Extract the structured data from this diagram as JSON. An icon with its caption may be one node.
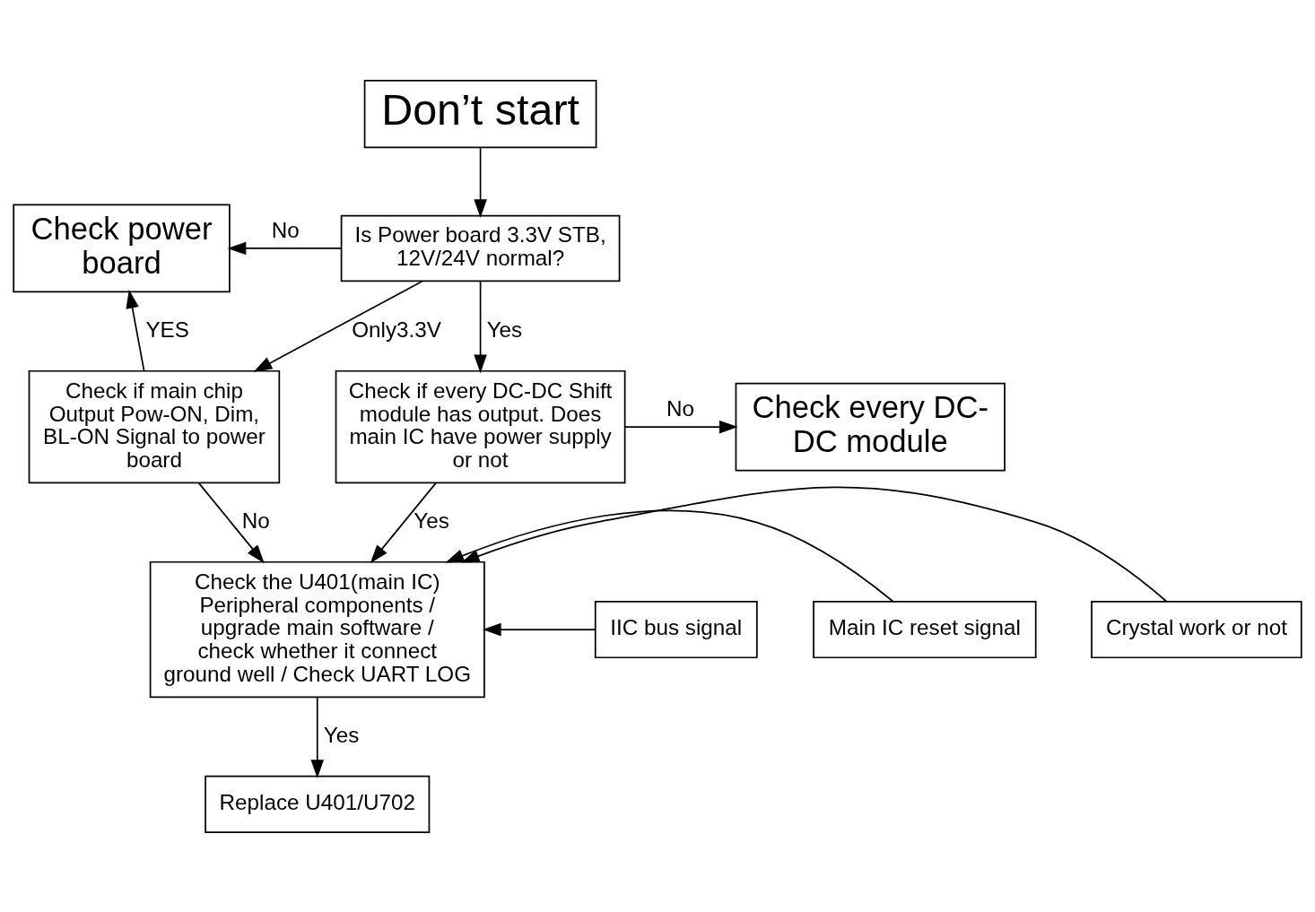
{
  "diagram": {
    "nodes": [
      {
        "text": [
          "Don’t start"
        ]
      },
      {
        "text": [
          "Is Power board 3.3V STB, 12V/24V normal?"
        ]
      },
      {
        "text": [
          "Check power board"
        ]
      },
      {
        "text": [
          "Check if main chip Output Pow-ON, Dim, BL-ON Signal to power board"
        ]
      },
      {
        "text": [
          "Check if every DC-DC Shift module has output. Does main IC have power supply or not"
        ]
      },
      {
        "text": [
          "Check every DC-DC module"
        ]
      },
      {
        "text": [
          "Check the U401(main IC) Peripheral components / upgrade main software / check whether it connect ground well / Check UART LOG"
        ]
      },
      {
        "text": [
          "Main IC reset signal"
        ]
      },
      {
        "text": [
          "IIC bus signal"
        ]
      },
      {
        "text": [
          "Crystal work or not"
        ]
      },
      {
        "text": [
          "Replace U401/U702"
        ]
      }
    ],
    "edges": [
      {
        "from": 0,
        "to": 1,
        "arrow": "to"
      },
      {
        "from": 1,
        "to": 2,
        "arrow": "to",
        "label": "No"
      },
      {
        "from": 1,
        "to": 3,
        "arrow": "to",
        "label": "Only3.3V"
      },
      {
        "from": 1,
        "to": 4,
        "arrow": "to",
        "label": "Yes"
      },
      {
        "from": 3,
        "to": 2,
        "arrow": "to",
        "label": "YES"
      },
      {
        "from": 3,
        "to": 6,
        "arrow": "to",
        "label": "No"
      },
      {
        "from": 4,
        "to": 6,
        "arrow": "to",
        "label": "Yes"
      },
      {
        "from": 4,
        "to": 5,
        "arrow": "to",
        "label": "No"
      },
      {
        "from": 7,
        "to": 6,
        "arrow": "to"
      },
      {
        "from": 8,
        "to": 6,
        "arrow": "to"
      },
      {
        "from": 9,
        "to": 6,
        "arrow": "to"
      },
      {
        "from": 6,
        "to": 10,
        "arrow": "to",
        "label": "Yes"
      }
    ]
  }
}
